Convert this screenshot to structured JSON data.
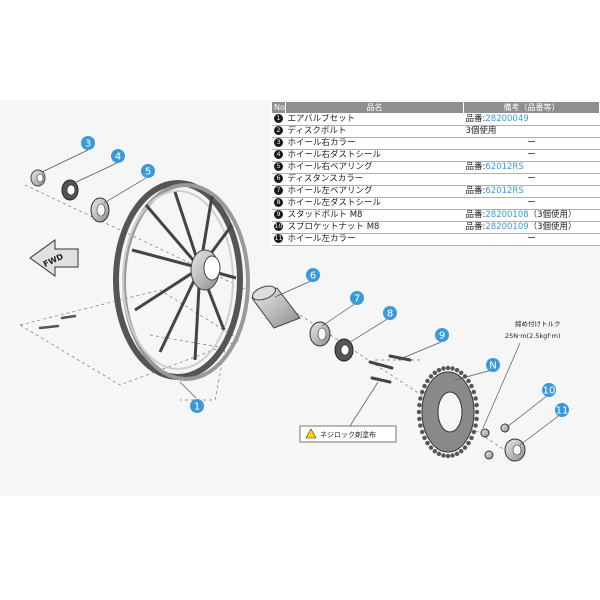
{
  "table": {
    "headers": {
      "no": "No",
      "name": "品名",
      "remark": "備考（品番等）"
    },
    "rows": [
      {
        "no": "1",
        "name": "エアバルブセット",
        "prefix": "品番:",
        "code": "28200049",
        "suffix": ""
      },
      {
        "no": "2",
        "name": "ディスクボルト",
        "prefix": "3個使用",
        "code": "",
        "suffix": ""
      },
      {
        "no": "3",
        "name": "ホイール右カラー",
        "prefix": "ー",
        "code": "",
        "suffix": ""
      },
      {
        "no": "4",
        "name": "ホイール右ダストシール",
        "prefix": "ー",
        "code": "",
        "suffix": ""
      },
      {
        "no": "5",
        "name": "ホイール右ベアリング",
        "prefix": "品番:",
        "code": "62012RS",
        "suffix": ""
      },
      {
        "no": "6",
        "name": "ディスタンスカラー",
        "prefix": "ー",
        "code": "",
        "suffix": ""
      },
      {
        "no": "7",
        "name": "ホイール左ベアリング",
        "prefix": "品番:",
        "code": "62012RS",
        "suffix": ""
      },
      {
        "no": "8",
        "name": "ホイール左ダストシール",
        "prefix": "ー",
        "code": "",
        "suffix": ""
      },
      {
        "no": "9",
        "name": "スタッドボルト M8",
        "prefix": "品番:",
        "code": "28200108",
        "suffix": "（3個使用）"
      },
      {
        "no": "10",
        "name": "スプロケットナット M8",
        "prefix": "品番:",
        "code": "28200109",
        "suffix": "（3個使用）"
      },
      {
        "no": "11",
        "name": "ホイール左カラー",
        "prefix": "ー",
        "code": "",
        "suffix": ""
      }
    ]
  },
  "callouts": [
    "3",
    "4",
    "5",
    "6",
    "7",
    "8",
    "9",
    "N",
    "10",
    "11",
    "1"
  ],
  "labels": {
    "fwd": "FWD",
    "torque_title": "締め付けトルク",
    "torque_value": "25N·m(2.5kgf·m)",
    "lock_note": "ネジロック剤塗布"
  },
  "colors": {
    "callout": "#3a9ad9",
    "code": "#3a9ad9",
    "header": "#8f8f8f"
  }
}
